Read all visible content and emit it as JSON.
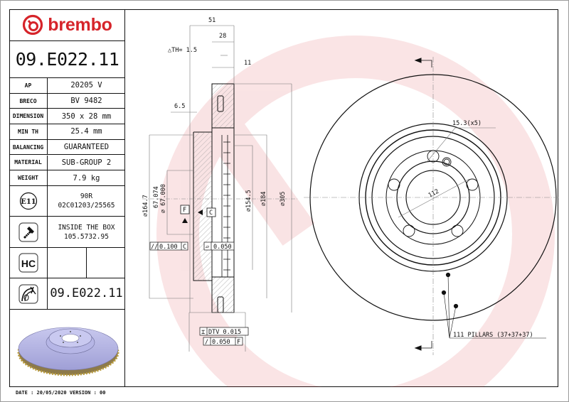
{
  "brand": {
    "name": "brembo",
    "color": "#d6242a"
  },
  "part_number": "09.E022.11",
  "specs": [
    {
      "key": "AP",
      "value": "20205 V"
    },
    {
      "key": "BRECO",
      "value": "BV 9482"
    },
    {
      "key": "DIMENSION",
      "value": "350 x 28 mm"
    },
    {
      "key": "MIN TH",
      "value": "25.4 mm"
    },
    {
      "key": "BALANCING",
      "value": "GUARANTEED"
    },
    {
      "key": "MATERIAL",
      "value": "SUB-GROUP 2"
    },
    {
      "key": "WEIGHT",
      "value": "7.9 kg"
    }
  ],
  "certification": {
    "icon": "e11-mark-icon",
    "label": "E11",
    "line1": "90R",
    "line2": "02C01203/25565"
  },
  "screws": {
    "icon": "screw-icon",
    "line1": "INSIDE THE BOX",
    "line2": "105.5732.95"
  },
  "hc": {
    "icon": "hc-coating-icon",
    "label": "HC"
  },
  "pad_kit": {
    "icon": "brake-pad-icon",
    "value": "09.E022.11"
  },
  "footer": {
    "date_version": "DATE : 20/05/2020 VERSION : 00"
  },
  "drawing": {
    "section_dims": {
      "total_height": "51",
      "thickness": "28",
      "delta_th": "△TH= 1.5",
      "vane_width": "11",
      "hat_offset": "6.5",
      "d_hat_outer": "⌀164.7",
      "d_center_bore_max": "67.074",
      "d_center_bore_min": "⌀ 67.000",
      "d_inner_friction": "⌀154.5",
      "d_184": "⌀184",
      "d_305": "⌀305",
      "datum_f": "F",
      "datum_c": "C",
      "parallelism": "0.100",
      "parallelism_ref": "C",
      "flatness": "0.050",
      "dtv_label": "DTV 0.015",
      "runout": "0.050",
      "runout_ref": "F"
    },
    "front_view": {
      "bolt_holes": "15.3(x5)",
      "pcd": "112",
      "pillars": "111 PILLARS (37+37+37)"
    }
  }
}
